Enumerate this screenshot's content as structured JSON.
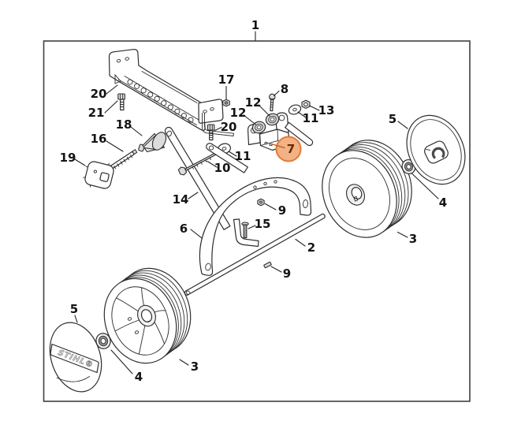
{
  "diagram": {
    "type": "exploded-parts-diagram",
    "brand_text": "STIHL®",
    "highlight": {
      "part": "7",
      "fill": "#f4b183",
      "stroke": "#e07b39",
      "text_color": "#5f2d00"
    },
    "line_color": "#2d2d2d",
    "border_color": "#3f3f3f",
    "callouts": [
      {
        "text": "1"
      },
      {
        "text": "17"
      },
      {
        "text": "8"
      },
      {
        "text": "12"
      },
      {
        "text": "13"
      },
      {
        "text": "12"
      },
      {
        "text": "11"
      },
      {
        "text": "20"
      },
      {
        "text": "21"
      },
      {
        "text": "18"
      },
      {
        "text": "16"
      },
      {
        "text": "20"
      },
      {
        "text": "19"
      },
      {
        "text": "11"
      },
      {
        "text": "10"
      },
      {
        "text": "14"
      },
      {
        "text": "6"
      },
      {
        "text": "9"
      },
      {
        "text": "15"
      },
      {
        "text": "2"
      },
      {
        "text": "9"
      },
      {
        "text": "5"
      },
      {
        "text": "4"
      },
      {
        "text": "3"
      },
      {
        "text": "5"
      },
      {
        "text": "4"
      },
      {
        "text": "3"
      },
      {
        "text": "7"
      }
    ]
  }
}
